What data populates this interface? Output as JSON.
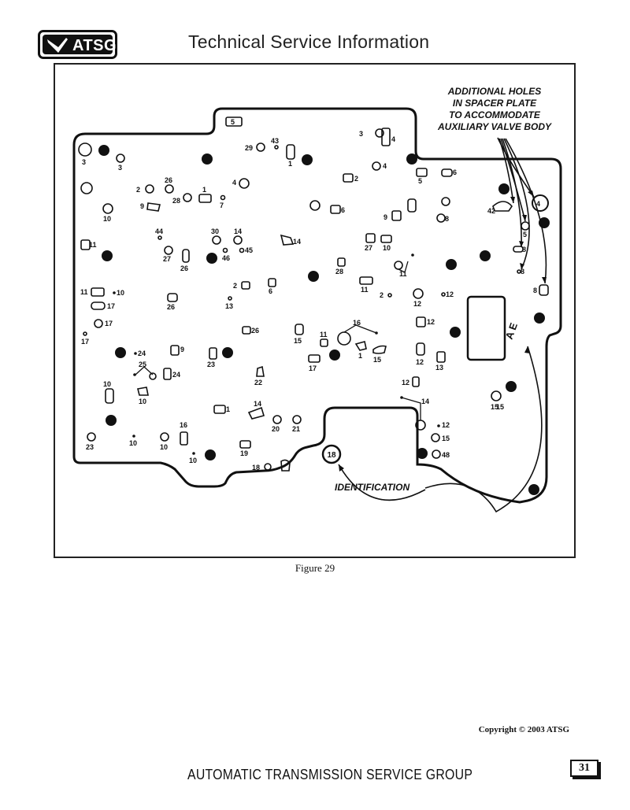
{
  "header": {
    "logo_text": "ATSG",
    "title": "Technical Service Information"
  },
  "figure": {
    "caption": "Figure 29",
    "callouts": {
      "additional_holes": [
        "ADDITIONAL HOLES",
        "IN SPACER PLATE",
        "TO ACCOMMODATE",
        "AUXILIARY VALVE BODY"
      ],
      "identification": "IDENTIFICATION",
      "stamp": "A E"
    },
    "hole_labels": [
      "5",
      "3",
      "4",
      "29",
      "43",
      "1",
      "3",
      "3",
      "4",
      "6",
      "2",
      "26",
      "4",
      "1",
      "2",
      "5",
      "28",
      "7",
      "6",
      "8",
      "9",
      "9",
      "10",
      "42",
      "44",
      "30",
      "14",
      "5",
      "8",
      "11",
      "27",
      "46",
      "45",
      "14",
      "27",
      "10",
      "28",
      "26",
      "11",
      "8",
      "2",
      "6",
      "11",
      "2",
      "12",
      "12",
      "11",
      "10",
      "17",
      "26",
      "13",
      "17",
      "26",
      "16",
      "17",
      "11",
      "15",
      "12",
      "24",
      "9",
      "23",
      "1",
      "15",
      "17",
      "15",
      "12",
      "13",
      "25",
      "24",
      "22",
      "10",
      "12",
      "10",
      "14",
      "1",
      "14",
      "15",
      "12",
      "20",
      "21",
      "16",
      "23",
      "10",
      "15",
      "10",
      "19",
      "48",
      "10",
      "18",
      "18"
    ]
  },
  "footer": {
    "copyright": "Copyright © 2003 ATSG",
    "org": "AUTOMATIC TRANSMISSION SERVICE GROUP",
    "page_number": "31"
  }
}
